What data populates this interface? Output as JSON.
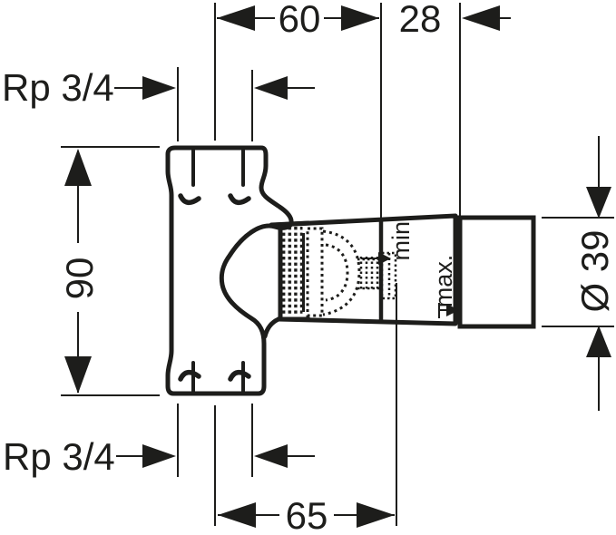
{
  "drawing": {
    "title_hint": "",
    "colors": {
      "ink": "#1d1d1b",
      "paper": "#ffffff"
    },
    "labels": {
      "dim_top_width": "60",
      "dim_top_setback": "28",
      "dim_body_height": "90",
      "dim_diameter": "Ø 39",
      "dim_depth": "65",
      "thread_top": "Rp 3/4",
      "thread_bottom": "Rp 3/4",
      "depth_min": "min.",
      "depth_max": "max."
    }
  }
}
